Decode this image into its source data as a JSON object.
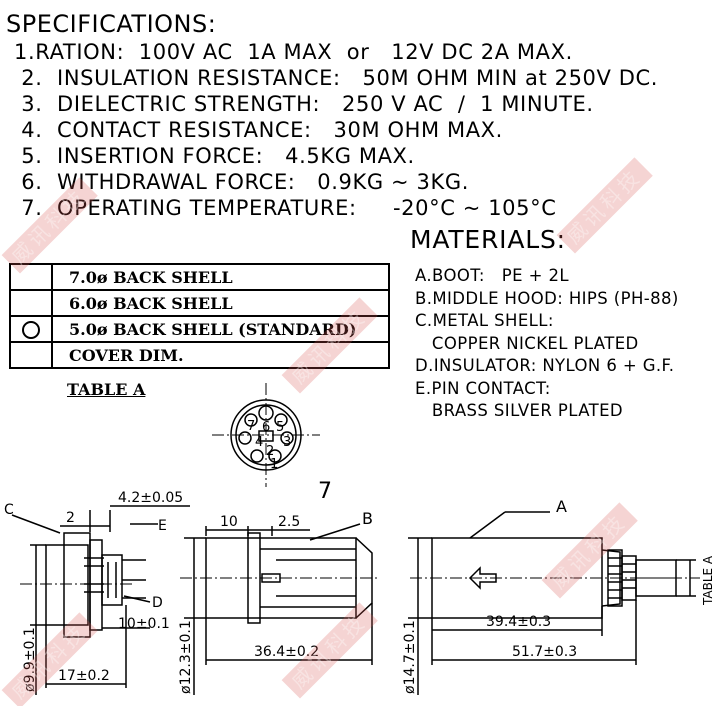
{
  "specifications": {
    "title": "SPECIFICATIONS:",
    "lines": [
      "1.RATION:  100V AC  1A MAX  or   12V DC 2A MAX.",
      " 2.  INSULATION RESISTANCE:   50M OHM MIN at 250V DC.",
      " 3.  DIELECTRIC STRENGTH:   250 V AC  /  1 MINUTE.",
      " 4.  CONTACT RESISTANCE:   30M OHM MAX.",
      " 5.  INSERTION FORCE:   4.5KG MAX.",
      " 6.  WITHDRAWAL FORCE:   0.9KG ~ 3KG.",
      " 7.  OPERATING TEMPERATURE:     -20°C ~ 105°C"
    ]
  },
  "materials": {
    "title": "MATERIALS:",
    "lines": [
      "A.BOOT:   PE + 2L",
      "B.MIDDLE HOOD: HIPS (PH-88)",
      "C.METAL SHELL:",
      "   COPPER NICKEL PLATED",
      "D.INSULATOR: NYLON 6 + G.F.",
      "E.PIN CONTACT:",
      "   BRASS SILVER PLATED"
    ]
  },
  "table_a": {
    "caption": "TABLE A",
    "rows": [
      {
        "mark": "",
        "label": "7.0ø  BACK SHELL"
      },
      {
        "mark": "",
        "label": "6.0ø  BACK SHELL"
      },
      {
        "mark": "○",
        "label": "5.0ø  BACK SHELL  (STANDARD)"
      },
      {
        "mark": "",
        "label": "COVER DIM."
      }
    ]
  },
  "pinout": {
    "pins": [
      "7",
      "6",
      "5",
      "4",
      "3",
      "2",
      "1"
    ],
    "label": "7"
  },
  "dimensions": {
    "front": {
      "c": "C",
      "e": "E",
      "d": "D",
      "d_2": "2",
      "d_42": "4.2±0.05",
      "d_10": "10±0.1",
      "d_99": "ø9.9±0.1",
      "d_17": "17±0.2"
    },
    "middle": {
      "b": "B",
      "d_10": "10",
      "d_25": "2.5",
      "d_123": "ø12.3±0.1",
      "d_364": "36.4±0.2"
    },
    "right": {
      "a": "A",
      "d_147": "ø14.7±0.1",
      "d_394": "39.4±0.3",
      "d_517": "51.7±0.3",
      "table_ref": "TABLE A"
    }
  },
  "watermark_text": [
    "威",
    "讯",
    "科",
    "技"
  ],
  "colors": {
    "ink": "#000000",
    "watermark": "#d9534f"
  }
}
